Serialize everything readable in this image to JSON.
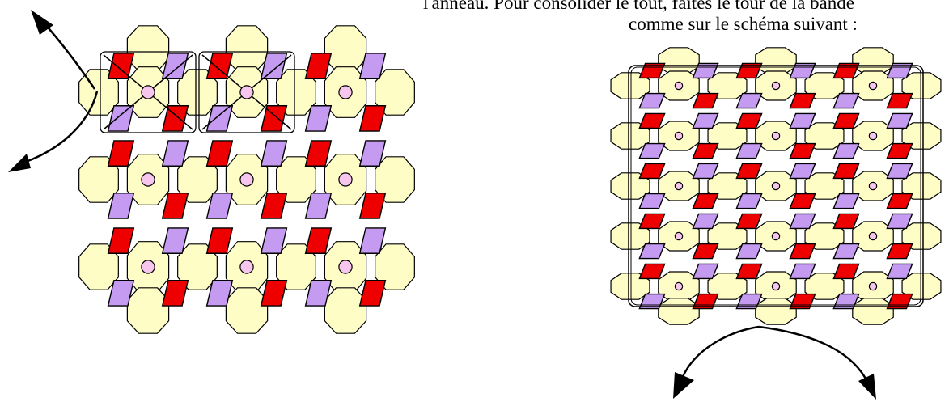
{
  "caption": {
    "line1": "l'anneau. Pour consolider le tout, faites le tour de la bande",
    "line2": "comme sur le schéma suivant :"
  },
  "colors": {
    "bead_large": "#FFFDC6",
    "bead_red": "#EE0000",
    "bead_violet": "#C59BF2",
    "bead_center": "#F7C6EE",
    "thread": "#000000"
  },
  "figures": {
    "left": {
      "rows": 3,
      "cols": 3,
      "thread": "diagonal-cross"
    },
    "right": {
      "rows": 5,
      "cols": 3,
      "thread": "outline"
    }
  }
}
